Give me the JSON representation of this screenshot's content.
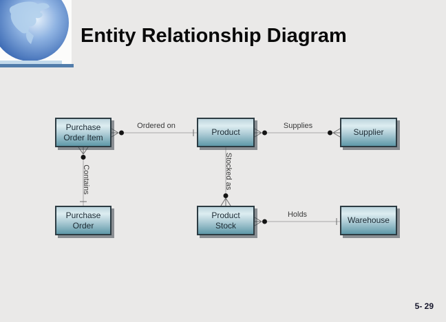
{
  "slide": {
    "title": "Entity Relationship Diagram",
    "page_number": "5- 29"
  },
  "diagram": {
    "entities": [
      {
        "label": "Purchase\nOrder Item"
      },
      {
        "label": "Product"
      },
      {
        "label": "Supplier"
      },
      {
        "label": "Purchase\nOrder"
      },
      {
        "label": "Product\nStock"
      },
      {
        "label": "Warehouse"
      }
    ],
    "relationships": [
      {
        "label": "Ordered on",
        "from": "Purchase Order Item",
        "to": "Product",
        "from_symbol": "crows-foot-with-dot",
        "to_symbol": "single-tick"
      },
      {
        "label": "Supplies",
        "from": "Product",
        "to": "Supplier",
        "from_symbol": "crows-foot-with-dot",
        "to_symbol": "crows-foot-with-dot"
      },
      {
        "label": "Contains",
        "from": "Purchase Order Item",
        "to": "Purchase Order",
        "from_symbol": "crows-foot-with-dot",
        "to_symbol": "single-tick"
      },
      {
        "label": "Stocked as",
        "from": "Product",
        "to": "Product Stock",
        "from_symbol": "plain",
        "to_symbol": "crows-foot-with-dot"
      },
      {
        "label": "Holds",
        "from": "Product Stock",
        "to": "Warehouse",
        "from_symbol": "crows-foot-with-dot",
        "to_symbol": "single-tick"
      }
    ]
  },
  "colors": {
    "background": "#eae9e8",
    "entity_fill_light": "#ddedf1",
    "entity_fill_dark": "#5f98a8",
    "entity_border": "#2c3b42",
    "connector_line": "#a8a8a8",
    "globe_blue": "#2d559e",
    "accent_bar_light": "#c3daeb",
    "accent_bar_dark": "#527dab"
  }
}
